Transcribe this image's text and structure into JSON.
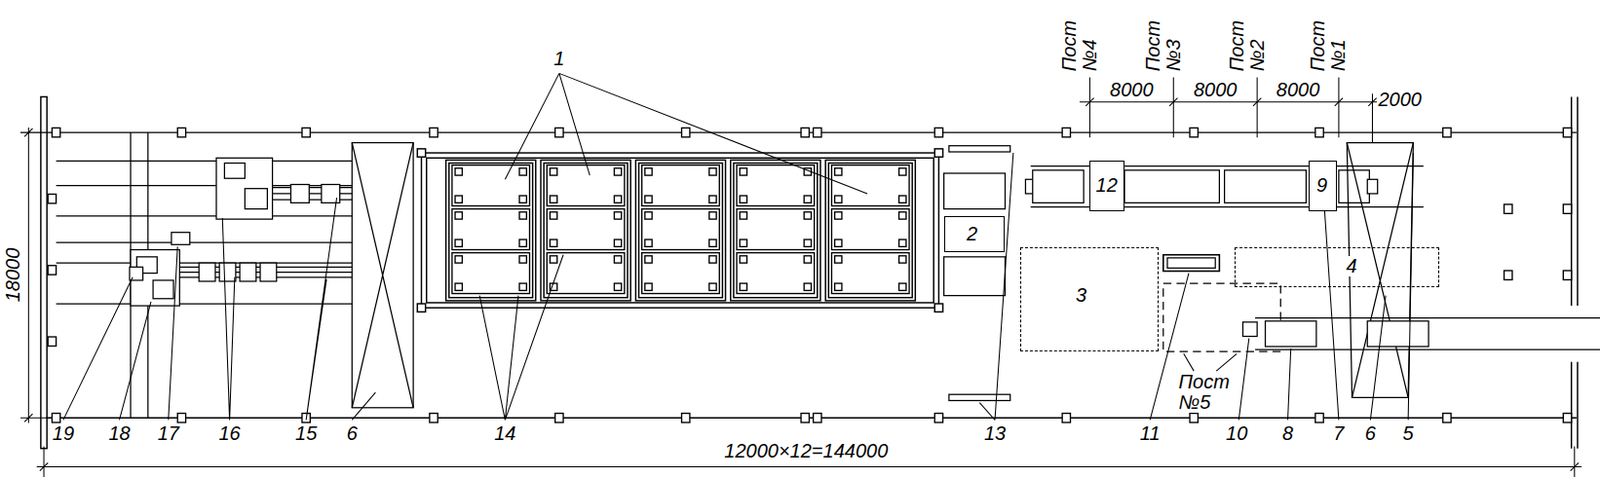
{
  "diagram": {
    "nodes": [
      {
        "text": [
          "12"
        ]
      },
      {
        "text": [
          "9"
        ]
      },
      {
        "text": [
          "2"
        ]
      },
      {
        "text": [
          "3"
        ]
      },
      {
        "text": [
          "4"
        ]
      }
    ],
    "labels": [
      "1",
      "Пост №4",
      "Пост №3",
      "Пост №2",
      "Пост №1",
      "8000",
      "8000",
      "8000",
      "2000",
      "18000",
      "19",
      "18",
      "17",
      "16",
      "15",
      "6",
      "14",
      "13",
      "11",
      "10",
      "8",
      "7",
      "6",
      "5",
      "Пост №5",
      "12000×12=144000"
    ]
  }
}
